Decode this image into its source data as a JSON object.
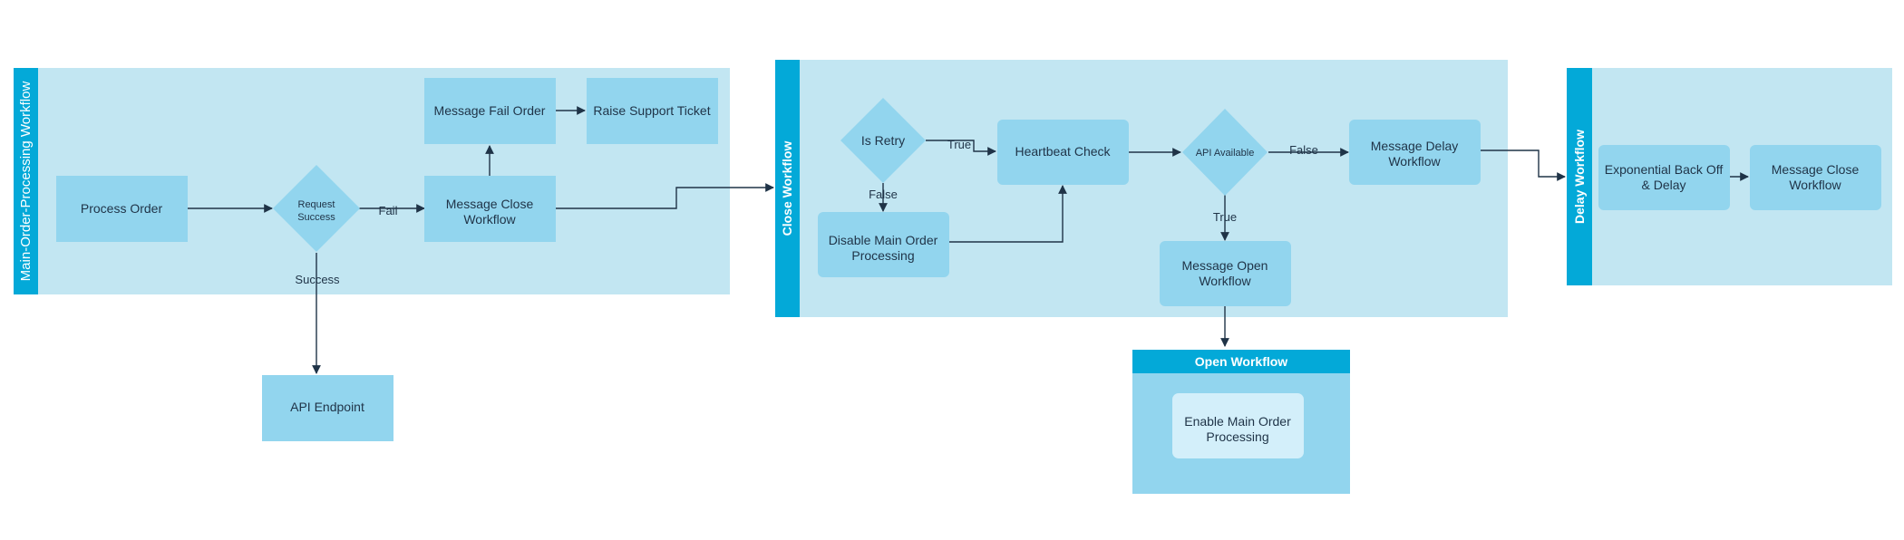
{
  "lanes": {
    "main": "Main-Order-Processing Workflow",
    "close": "Close Workflow",
    "delay": "Delay Workflow",
    "open": "Open Workflow"
  },
  "nodes": {
    "process_order": "Process Order",
    "request_success_line1": "Request",
    "request_success_line2": "Success",
    "message_fail_order": "Message Fail Order",
    "raise_support_ticket": "Raise Support Ticket",
    "message_close_workflow_line1": "Message Close",
    "message_close_workflow_line2": "Workflow",
    "api_endpoint": "API Endpoint",
    "is_retry": "Is Retry",
    "disable_main_order_line1": "Disable Main Order",
    "disable_main_order_line2": "Processing",
    "heartbeat_check": "Heartbeat Check",
    "api_available": "API Available",
    "message_delay_workflow_line1": "Message Delay",
    "message_delay_workflow_line2": "Workflow",
    "message_open_workflow_line1": "Message Open",
    "message_open_workflow_line2": "Workflow",
    "enable_main_order_line1": "Enable Main Order",
    "enable_main_order_line2": "Processing",
    "exponential_backoff_line1": "Exponential Back Off",
    "exponential_backoff_line2": "& Delay",
    "message_close_workflow2_line1": "Message Close",
    "message_close_workflow2_line2": "Workflow"
  },
  "edge_labels": {
    "fail": "Fail",
    "success": "Success",
    "true_1": "True",
    "false_1": "False",
    "false_2": "False",
    "true_2": "True"
  },
  "colors": {
    "lane_fill": "#c2e6f2",
    "lane_header": "#03a9d8",
    "node_fill": "#92d5ee",
    "node_fill_light": "#d3effa",
    "edge": "#1f3347"
  }
}
